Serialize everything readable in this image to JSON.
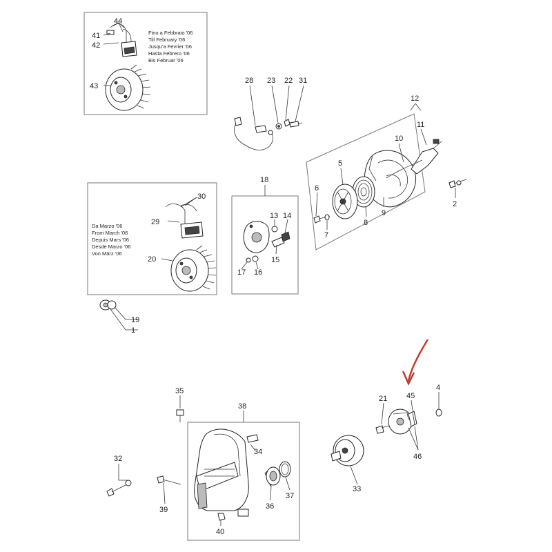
{
  "notes": {
    "till": [
      "Fino a Febbraio '06",
      "Till February '06",
      "Jusqu'a Fevrier '06",
      "Hasta Febrero '06",
      "Bis Februar '06"
    ],
    "from": [
      "Da Marzo '06",
      "From March '06",
      "Depuis Mars '06",
      "Desde Marzo '06",
      "Von März '06"
    ]
  },
  "callouts": {
    "c1": "1",
    "c2": "2",
    "c4": "4",
    "c5": "5",
    "c6": "6",
    "c7": "7",
    "c8": "8",
    "c9": "9",
    "c10": "10",
    "c11": "11",
    "c12": "12",
    "c13": "13",
    "c14": "14",
    "c15": "15",
    "c16": "16",
    "c17": "17",
    "c18": "18",
    "c19": "19",
    "c20": "20",
    "c21": "21",
    "c22": "22",
    "c23": "23",
    "c28": "28",
    "c29": "29",
    "c30": "30",
    "c31": "31",
    "c32": "32",
    "c33": "33",
    "c34": "34",
    "c35": "35",
    "c36": "36",
    "c37": "37",
    "c38": "38",
    "c39": "39",
    "c40": "40",
    "c41": "41",
    "c42": "42",
    "c43": "43",
    "c44": "44",
    "c45": "45",
    "c46": "46"
  },
  "colors": {
    "arrow": "#c0392b",
    "line": "#333333",
    "box": "#777777"
  },
  "icons": {
    "pointer": "red-arrow-icon"
  }
}
